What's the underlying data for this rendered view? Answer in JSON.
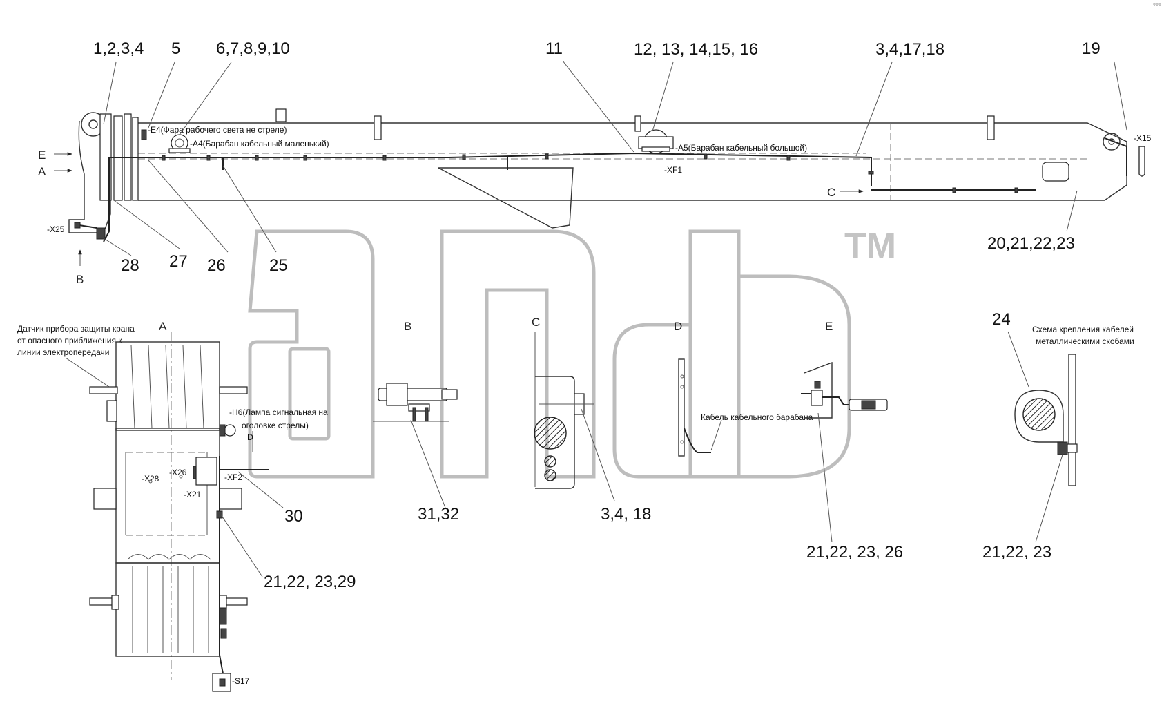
{
  "watermark": {
    "trademark": "TM"
  },
  "callouts": {
    "c1": "1,2,3,4",
    "c2": "5",
    "c3": "6,7,8,9,10",
    "c4": "11",
    "c5": "12, 13, 14,15, 16",
    "c6": "3,4,17,18",
    "c7": "19",
    "c8": "20,21,22,23",
    "c9": "28",
    "c10": "27",
    "c11": "26",
    "c12": "25",
    "c13": "24",
    "c14": "30",
    "c15": "31,32",
    "c16": "3,4, 18",
    "c17": "21,22, 23, 26",
    "c18": "21,22, 23",
    "c19": "21,22, 23,29"
  },
  "boom_labels": {
    "e4": "-E4(Фара рабочего света не стреле)",
    "a4": "-A4(Барабан кабельный маленький)",
    "a5": "-A5(Барабан кабельный большой)",
    "xf1": "-XF1",
    "x15": "-X15",
    "x25": "-X25"
  },
  "view_arrows": {
    "e": "E",
    "a": "A",
    "b": "B",
    "c": "C"
  },
  "view_titles": {
    "a": "A",
    "b": "B",
    "c": "C",
    "d": "D",
    "e": "E"
  },
  "view_a": {
    "sensor_line1": "Датчик прибора защиты крана",
    "sensor_line2": "от опасного приближения к",
    "sensor_line3": "линии электропередачи",
    "h6_line1": "-H6(Лампа сигнальная на",
    "h6_line2": "оголовке стрелы)",
    "d_marker": "D",
    "x28": "-X28",
    "x26": "-X26",
    "x21": "-X21",
    "xf2": "-XF2",
    "s17": "-S17"
  },
  "view_d": {
    "cable_label": "Кабель кабельного барабана"
  },
  "view_24": {
    "line1": "Схема крепления кабелей",
    "line2": "металлическими скобами"
  },
  "colors": {
    "line": "#333333",
    "watermark": "#bdbdbd",
    "background": "#ffffff"
  }
}
